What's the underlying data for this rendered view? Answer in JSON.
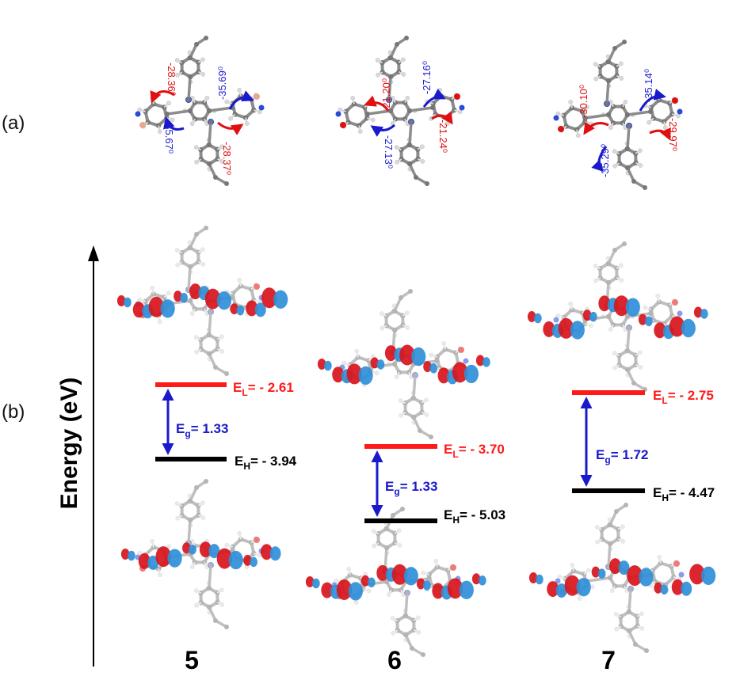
{
  "panel_a_label": "(a)",
  "panel_b_label": "(b)",
  "axis_label": "Energy (eV)",
  "compounds": [
    {
      "id": "5",
      "torsions": [
        "-28.36⁰",
        "-35.69⁰",
        "-35.67⁰",
        "-28.37⁰"
      ],
      "lumo_label": "E",
      "lumo_sub": "L",
      "lumo_value": "= - 2.61",
      "homo_label": "E",
      "homo_sub": "H",
      "homo_value": "= - 3.94",
      "gap_label": "E",
      "gap_sub": "g",
      "gap_value": "= 1.33"
    },
    {
      "id": "6",
      "torsions": [
        "-21.20⁰",
        "-27.16⁰",
        "-27.13⁰",
        "-21.24⁰"
      ],
      "lumo_label": "E",
      "lumo_sub": "L",
      "lumo_value": "= - 3.70",
      "homo_label": "E",
      "homo_sub": "H",
      "homo_value": "= - 5.03",
      "gap_label": "E",
      "gap_sub": "g",
      "gap_value": "= 1.33"
    },
    {
      "id": "7",
      "torsions": [
        "-30.10⁰",
        "-35.14⁰",
        "-35.29⁰",
        "-29.97⁰"
      ],
      "lumo_label": "E",
      "lumo_sub": "L",
      "lumo_value": "= - 2.75",
      "homo_label": "E",
      "homo_sub": "H",
      "homo_value": "= - 4.47",
      "gap_label": "E",
      "gap_sub": "g",
      "gap_value": "= 1.72"
    }
  ],
  "colors": {
    "lumo": "#ff1a1a",
    "homo": "#000000",
    "gap": "#1a1acc",
    "orbital_red": "#d8141c",
    "orbital_blue": "#2f8fd8",
    "atom_gray": "#8c8c8c",
    "atom_light": "#dadada",
    "nitrogen": "#2a4ad8",
    "oxygen": "#e01010"
  }
}
